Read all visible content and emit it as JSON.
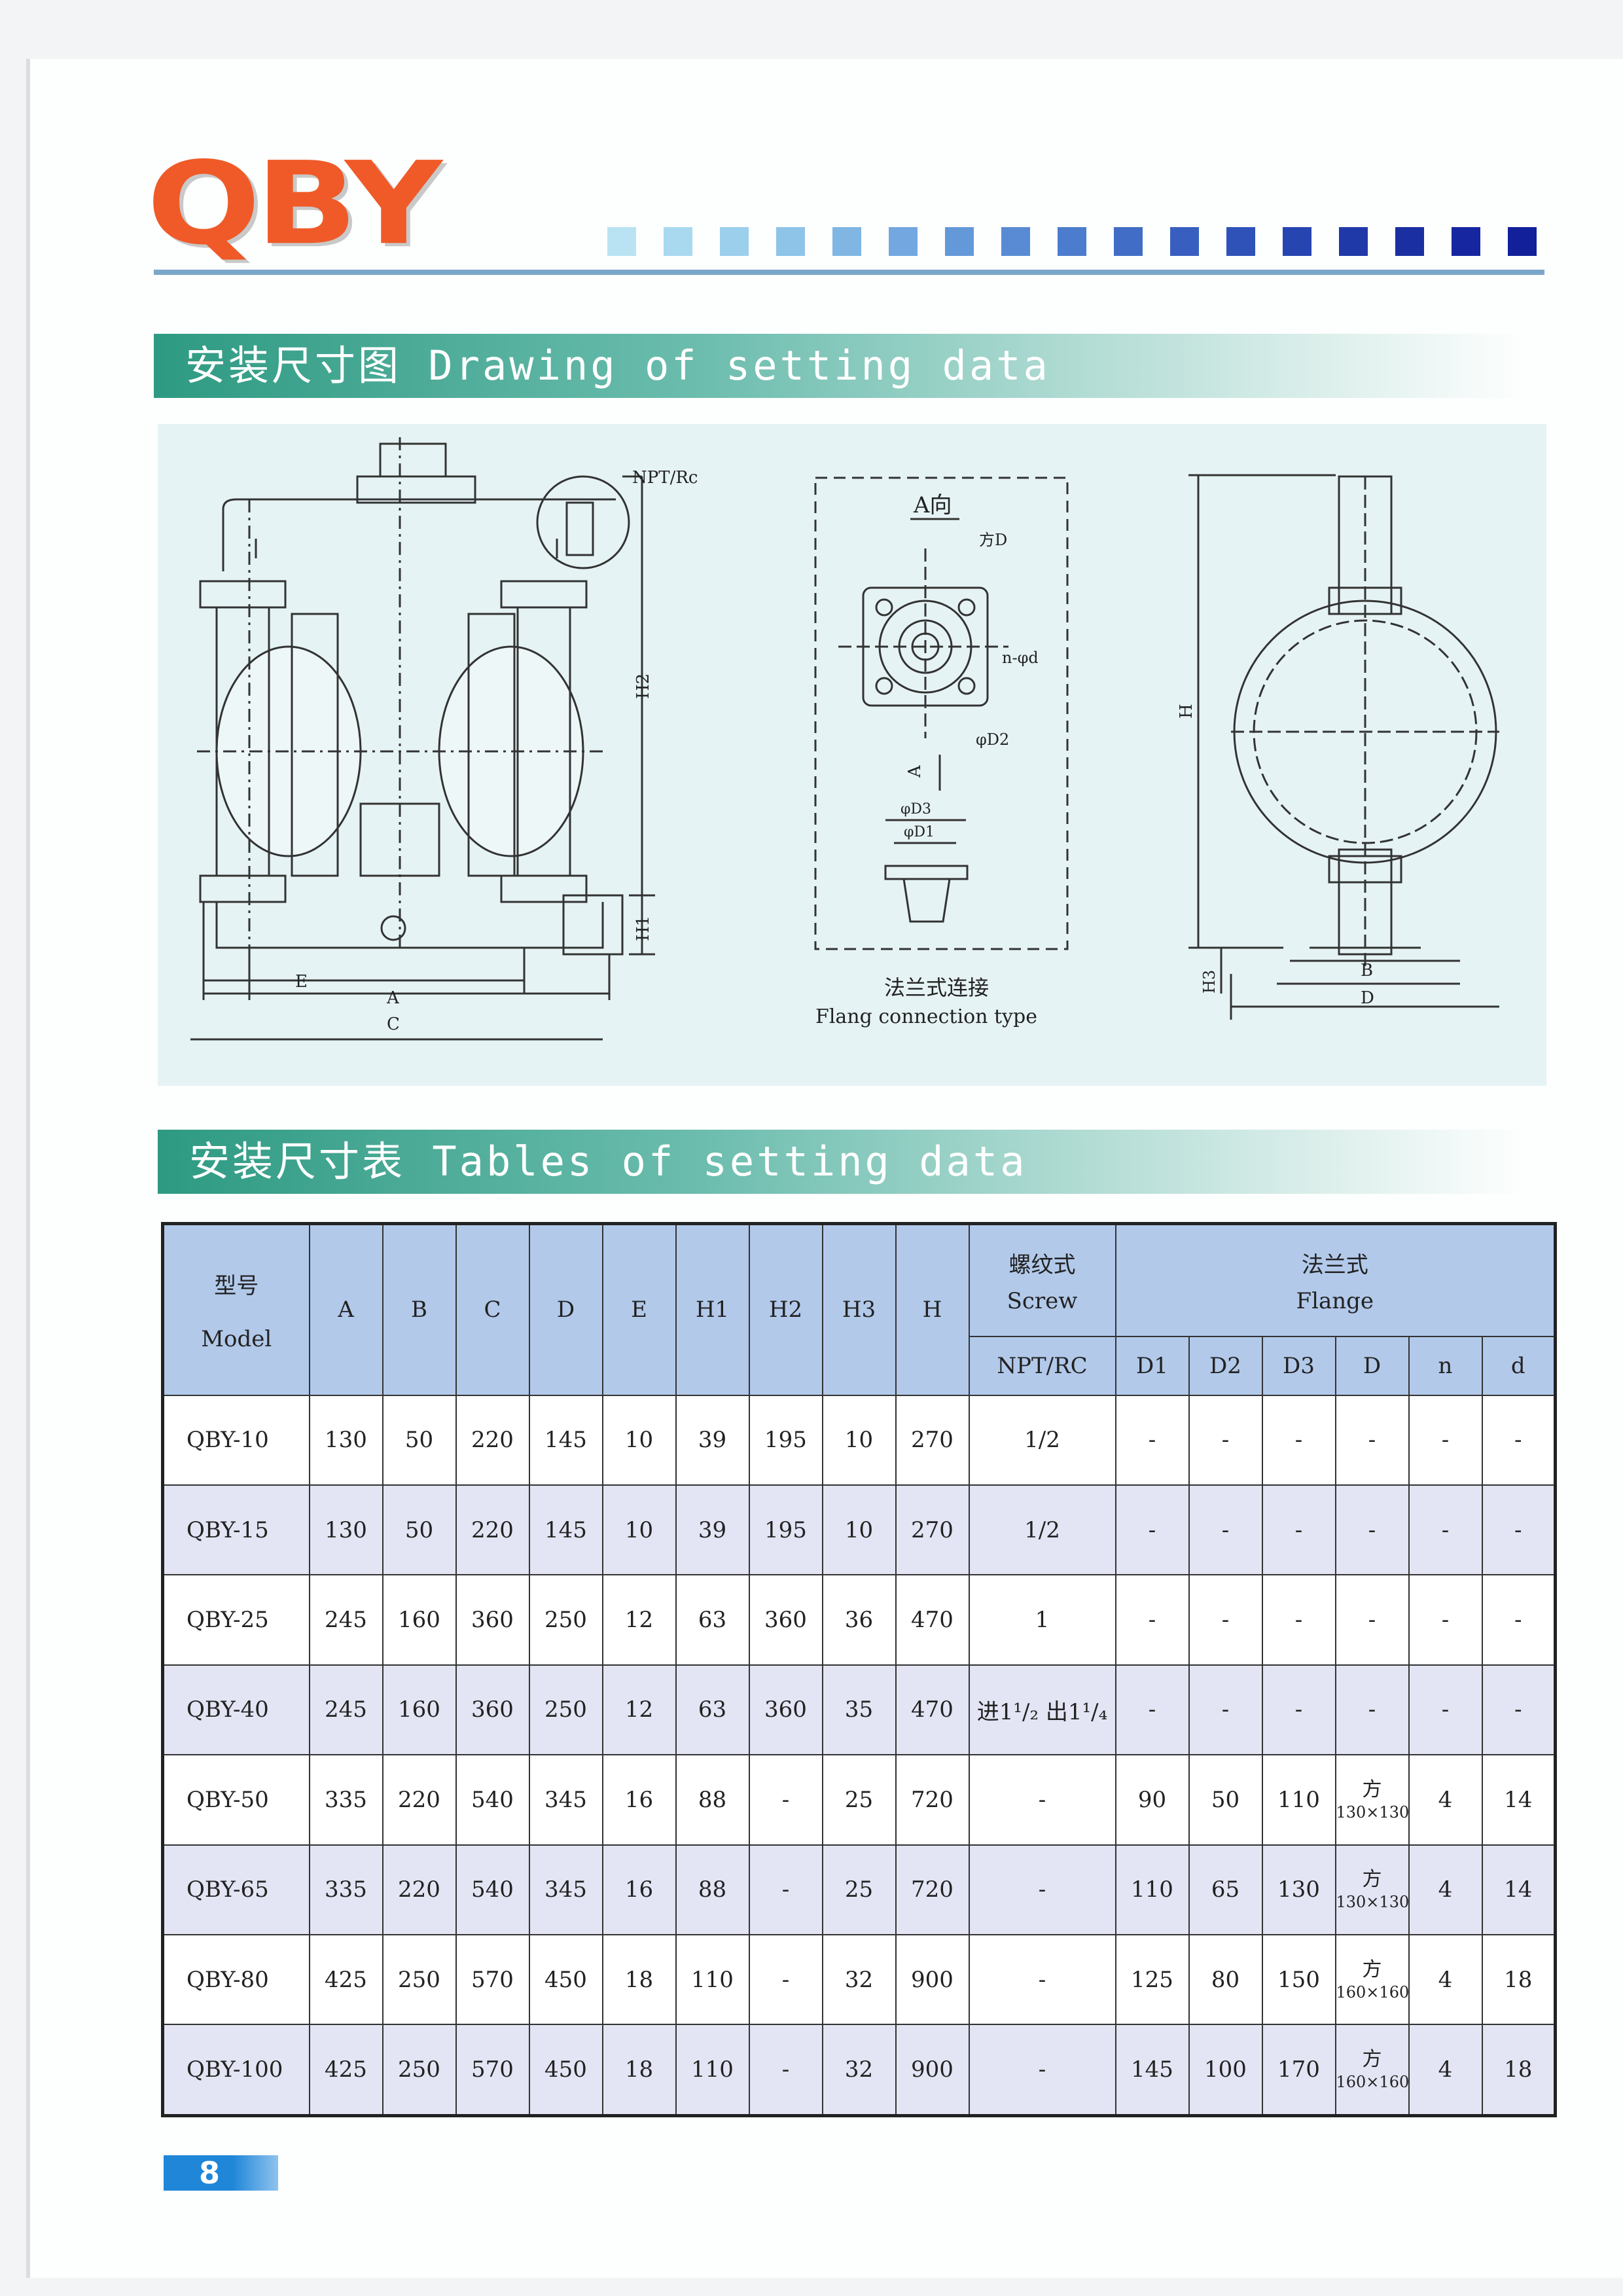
{
  "logo": "QBY",
  "square_colors": [
    "#b9e3f2",
    "#a9d9ef",
    "#9ccfec",
    "#8ec4e8",
    "#7fb6e3",
    "#72a8df",
    "#6499d9",
    "#588bd3",
    "#4c7ccd",
    "#416dc6",
    "#385fbf",
    "#2f52b8",
    "#2745b1",
    "#2039a9",
    "#1a2fa2",
    "#1626a0",
    "#12209a"
  ],
  "sections": {
    "drawing_title": "安装尺寸图 Drawing of setting data",
    "table_title": "安装尺寸表 Tables of setting data"
  },
  "drawing": {
    "front": {
      "npt": "NPT/Rc",
      "h2": "H2",
      "h1": "H1",
      "e": "E",
      "a": "A",
      "c": "C"
    },
    "flange": {
      "view": "A向",
      "square_d": "方D",
      "n_d": "n-φd",
      "d2": "φD2",
      "arrow_a": "A",
      "d3": "φD3",
      "d1": "φD1",
      "caption_cn": "法兰式连接",
      "caption_en": "Flang connection type"
    },
    "side": {
      "h": "H",
      "h3": "H3",
      "b": "B",
      "d": "D"
    }
  },
  "table": {
    "model_cn": "型号",
    "model_en": "Model",
    "dims": [
      "A",
      "B",
      "C",
      "D",
      "E",
      "H1",
      "H2",
      "H3",
      "H"
    ],
    "screw_cn": "螺纹式",
    "screw_en": "Screw",
    "flange_cn": "法兰式",
    "flange_en": "Flange",
    "screw_sub": "NPT/RC",
    "flange_sub": [
      "D1",
      "D2",
      "D3",
      "D",
      "n",
      "d"
    ],
    "rows": [
      {
        "model": "QBY-10",
        "vals": [
          "130",
          "50",
          "220",
          "145",
          "10",
          "39",
          "195",
          "10",
          "270"
        ],
        "screw": "1/2",
        "flange": [
          "-",
          "-",
          "-",
          "-",
          "-",
          "-"
        ]
      },
      {
        "model": "QBY-15",
        "vals": [
          "130",
          "50",
          "220",
          "145",
          "10",
          "39",
          "195",
          "10",
          "270"
        ],
        "screw": "1/2",
        "flange": [
          "-",
          "-",
          "-",
          "-",
          "-",
          "-"
        ]
      },
      {
        "model": "QBY-25",
        "vals": [
          "245",
          "160",
          "360",
          "250",
          "12",
          "63",
          "360",
          "36",
          "470"
        ],
        "screw": "1",
        "flange": [
          "-",
          "-",
          "-",
          "-",
          "-",
          "-"
        ]
      },
      {
        "model": "QBY-40",
        "vals": [
          "245",
          "160",
          "360",
          "250",
          "12",
          "63",
          "360",
          "35",
          "470"
        ],
        "screw": "进1¹/₂ 出1¹/₄",
        "flange": [
          "-",
          "-",
          "-",
          "-",
          "-",
          "-"
        ]
      },
      {
        "model": "QBY-50",
        "vals": [
          "335",
          "220",
          "540",
          "345",
          "16",
          "88",
          "-",
          "25",
          "720"
        ],
        "screw": "-",
        "flange": [
          "90",
          "50",
          "110",
          {
            "a": "方",
            "b": "130×130"
          },
          "4",
          "14"
        ]
      },
      {
        "model": "QBY-65",
        "vals": [
          "335",
          "220",
          "540",
          "345",
          "16",
          "88",
          "-",
          "25",
          "720"
        ],
        "screw": "-",
        "flange": [
          "110",
          "65",
          "130",
          {
            "a": "方",
            "b": "130×130"
          },
          "4",
          "14"
        ]
      },
      {
        "model": "QBY-80",
        "vals": [
          "425",
          "250",
          "570",
          "450",
          "18",
          "110",
          "-",
          "32",
          "900"
        ],
        "screw": "-",
        "flange": [
          "125",
          "80",
          "150",
          {
            "a": "方",
            "b": "160×160"
          },
          "4",
          "18"
        ]
      },
      {
        "model": "QBY-100",
        "vals": [
          "425",
          "250",
          "570",
          "450",
          "18",
          "110",
          "-",
          "32",
          "900"
        ],
        "screw": "-",
        "flange": [
          "145",
          "100",
          "170",
          {
            "a": "方",
            "b": "160×160"
          },
          "4",
          "18"
        ]
      }
    ]
  },
  "page_number": "8"
}
